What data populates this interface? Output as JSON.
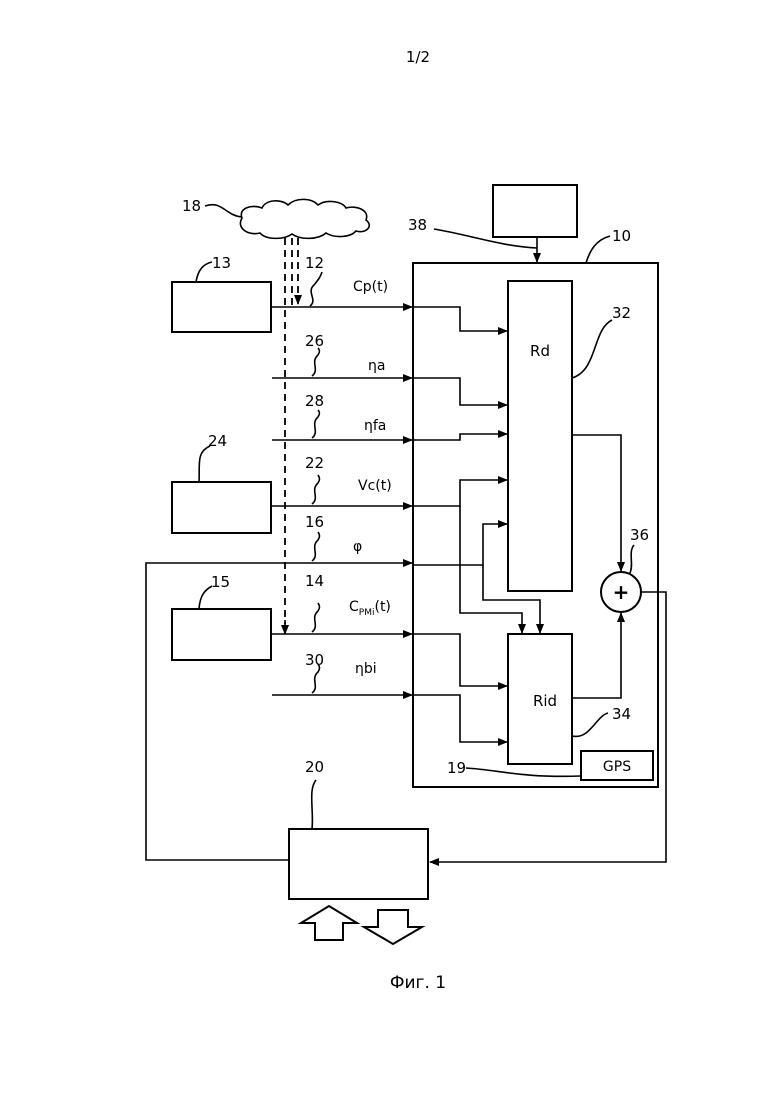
{
  "page": {
    "header": "1/2",
    "caption": "Фиг. 1"
  },
  "refs": {
    "r10": "10",
    "r12": "12",
    "r13": "13",
    "r14": "14",
    "r15": "15",
    "r16": "16",
    "r18": "18",
    "r19": "19",
    "r20": "20",
    "r22": "22",
    "r24": "24",
    "r26": "26",
    "r28": "28",
    "r30": "30",
    "r32": "32",
    "r34": "34",
    "r36": "36",
    "r38": "38"
  },
  "signals": {
    "cp": "Cp(t)",
    "eta_a": "ηa",
    "eta_fa": "ηfa",
    "vc": "Vc(t)",
    "phi": "φ",
    "cpmi_main": "C",
    "cpmi_sub": "PMi",
    "cpmi_tail": "(t)",
    "eta_bi": "ηbi"
  },
  "blocks": {
    "rd": "Rd",
    "rid": "Rid",
    "gps": "GPS",
    "sum": "+"
  }
}
